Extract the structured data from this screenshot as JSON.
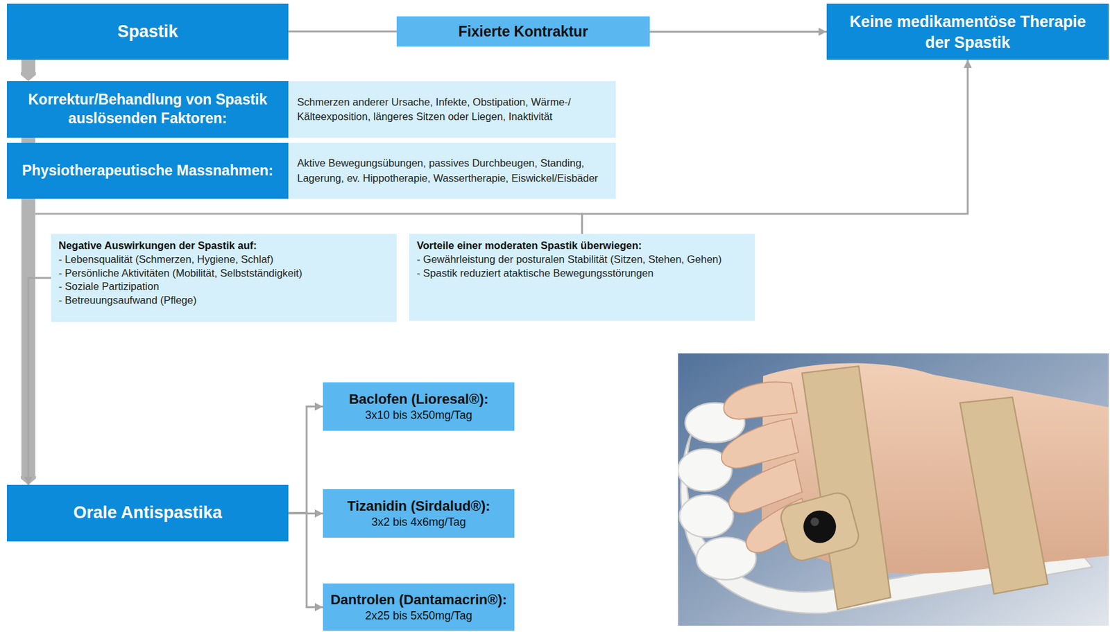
{
  "diagram": {
    "nodes": [
      {
        "text": [
          "Spastik"
        ]
      },
      {
        "text": [
          "Fixierte Kontraktur"
        ]
      },
      {
        "text": [
          "Keine medikamentöse Therapie der Spastik"
        ]
      },
      {
        "text": [
          "Korrektur/Behandlung von Spastik auslösenden Faktoren:"
        ]
      },
      {
        "text": [
          "Schmerzen anderer Ursache, Infekte, Obstipation, Wärme-/ Kälteexposition, längeres Sitzen oder Liegen, Inaktivität"
        ]
      },
      {
        "text": [
          "Physiotherapeutische Massnahmen:"
        ]
      },
      {
        "text": [
          "Aktive Bewegungsübungen, passives Durchbeugen, Standing, Lagerung, ev. Hippotherapie, Wassertherapie, Eiswickel/Eisbäder"
        ]
      },
      {
        "text": [
          "Negative Auswirkungen der Spastik auf:",
          "- Lebensqualität (Schmerzen, Hygiene, Schlaf)",
          "- Persönliche Aktivitäten (Mobilität, Selbstständigkeit)",
          "- Soziale Partizipation",
          "- Betreuungsaufwand (Pflege)"
        ]
      },
      {
        "text": [
          "Vorteile einer moderaten Spastik überwiegen:",
          "- Gewährleistung der posturalen Stabilität (Sitzen, Stehen, Gehen)",
          "- Spastik reduziert ataktische Bewegungsstörungen"
        ]
      },
      {
        "text": [
          "Orale Antispastika"
        ]
      },
      {
        "text": [
          "Baclofen (Lioresal®):",
          "3x10 bis 3x50mg/Tag"
        ]
      },
      {
        "text": [
          "Tizanidin (Sirdalud®):",
          "3x2 bis 4x6mg/Tag"
        ]
      },
      {
        "text": [
          "Dantrolen (Dantamacrin®):",
          "2x25 bis 5x50mg/Tag"
        ]
      }
    ],
    "edges": [
      {
        "from": 0,
        "to": 1,
        "arrow": "none"
      },
      {
        "from": 1,
        "to": 2,
        "arrow": "to"
      },
      {
        "from": 0,
        "to": 3,
        "arrow": "to"
      },
      {
        "from": 3,
        "to": 5,
        "arrow": "none"
      },
      {
        "from": 5,
        "to": 9,
        "arrow": "to"
      },
      {
        "from": 7,
        "to": 9,
        "arrow": "to"
      },
      {
        "from": 8,
        "to": 2,
        "arrow": "to"
      },
      {
        "from": 9,
        "to": 10,
        "arrow": "to"
      },
      {
        "from": 9,
        "to": 11,
        "arrow": "to"
      },
      {
        "from": 9,
        "to": 12,
        "arrow": "to"
      }
    ]
  }
}
